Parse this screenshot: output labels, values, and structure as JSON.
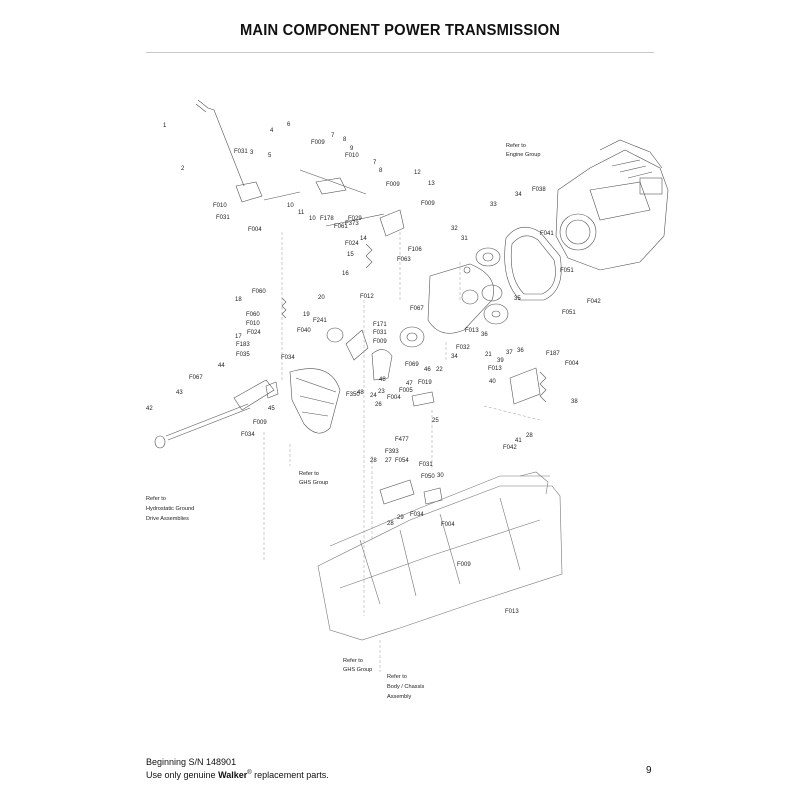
{
  "page": {
    "title": "MAIN COMPONENT POWER TRANSMISSION",
    "page_number": "9"
  },
  "footer": {
    "serial_line": "Beginning S/N 148901",
    "parts_prefix": "Use only genuine ",
    "brand": "Walker",
    "reg_mark": "®",
    "parts_suffix": " replacement parts."
  },
  "references": {
    "engine_line1": "Refer to",
    "engine_line2": "Engine Group",
    "ghs_mid_line1": "Refer to",
    "ghs_mid_line2": "GHS Group",
    "hydro_line1": "Refer to",
    "hydro_line2": "Hydrostatic Ground",
    "hydro_line3": "Drive Assemblies",
    "ghs_bottom_line1": "Refer to",
    "ghs_bottom_line2": "GHS Group",
    "body_line1": "Refer to",
    "body_line2": "Body / Chassis",
    "body_line3": "Assembly"
  },
  "callouts": [
    "1",
    "2",
    "3",
    "4",
    "5",
    "6",
    "7",
    "8",
    "9",
    "F031",
    "F010",
    "F031",
    "F004",
    "F009",
    "F010",
    "10",
    "11",
    "10",
    "F178",
    "F029",
    "F061",
    "F373",
    "F024",
    "14",
    "15",
    "16",
    "12",
    "13",
    "F009",
    "F106",
    "F063",
    "7",
    "8",
    "F009",
    "31",
    "32",
    "33",
    "34",
    "F038",
    "F041",
    "F051",
    "F051",
    "F042",
    "35",
    "36",
    "36",
    "F013",
    "F032",
    "F060",
    "18",
    "F060",
    "F010",
    "F024",
    "17",
    "F183",
    "F035",
    "F034",
    "19",
    "F241",
    "20",
    "F040",
    "F012",
    "F171",
    "F067",
    "F031",
    "F009",
    "F069",
    "46",
    "22",
    "34",
    "48",
    "48",
    "F350",
    "24",
    "23",
    "F005",
    "F004",
    "F019",
    "47",
    "26",
    "25",
    "F477",
    "21",
    "39",
    "37",
    "F187",
    "F004",
    "F013",
    "40",
    "38",
    "F042",
    "41",
    "28",
    "44",
    "F067",
    "43",
    "42",
    "45",
    "F034",
    "F009",
    "28",
    "27",
    "F054",
    "F393",
    "F031",
    "F050",
    "30",
    "29",
    "F034",
    "28",
    "F004",
    "F009",
    "F013"
  ]
}
